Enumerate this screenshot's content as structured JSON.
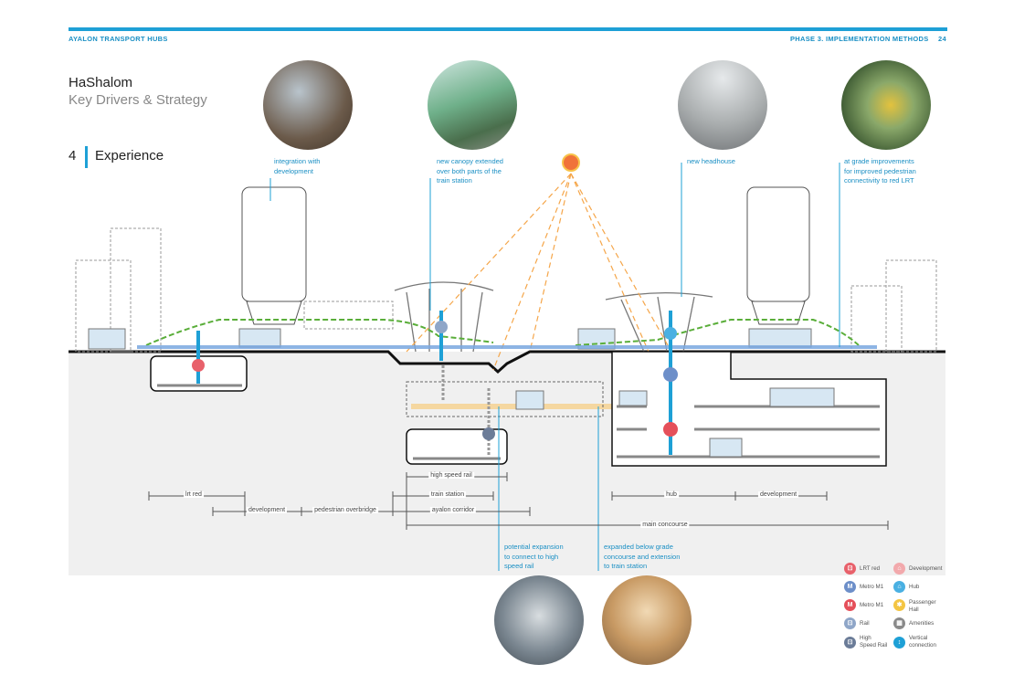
{
  "header": {
    "left": "AYALON TRANSPORT HUBS",
    "right": "PHASE 3. IMPLEMENTATION METHODS",
    "page": "24"
  },
  "title": {
    "line1": "HaShalom",
    "line2": "Key Drivers & Strategy"
  },
  "section": {
    "number": "4",
    "name": "Experience"
  },
  "notes": {
    "integration": "integration with\ndevelopment",
    "canopy": "new canopy extended\nover both parts of the\ntrain station",
    "headhouse": "new headhouse",
    "atgrade": "at grade improvements\nfor improved pedestrian\nconnectivity to red LRT",
    "expansion": "potential expansion\nto connect to high\nspeed rail",
    "expanded": "expanded below grade\nconcourse and extension\nto train station"
  },
  "dimensions": {
    "lrt_red": "lrt red",
    "development_left": "development",
    "pedestrian_overbridge": "pedestrian overbridge",
    "high_speed_rail": "high speed rail",
    "train_station": "train station",
    "ayalon_corridor": "ayalon corridor",
    "hub": "hub",
    "development_right": "development",
    "main_concourse": "main concourse"
  },
  "legend": [
    {
      "icon": "lrt-icon",
      "glyph": "⊡",
      "color": "#e8616b",
      "label": "LRT red"
    },
    {
      "icon": "development-icon",
      "glyph": "⌂",
      "color": "#f2a9ac",
      "label": "Development"
    },
    {
      "icon": "metro-m1-icon",
      "glyph": "M",
      "color": "#6d8fc9",
      "label": "Metro M1"
    },
    {
      "icon": "hub-icon",
      "glyph": "⌂",
      "color": "#4ab0e2",
      "label": "Hub"
    },
    {
      "icon": "metro-m1-red-icon",
      "glyph": "M",
      "color": "#e5505a",
      "label": "Metro M1"
    },
    {
      "icon": "passenger-hall-icon",
      "glyph": "✱",
      "color": "#f4c542",
      "label": "Passenger\nHall"
    },
    {
      "icon": "rail-icon",
      "glyph": "⊡",
      "color": "#8fa6c8",
      "label": "Rail"
    },
    {
      "icon": "amenities-icon",
      "glyph": "▦",
      "color": "#8a8a8a",
      "label": "Amenities"
    },
    {
      "icon": "high-speed-rail-icon",
      "glyph": "⊡",
      "color": "#6b7c98",
      "label": "High\nSpeed Rail"
    },
    {
      "icon": "vertical-connection-icon",
      "glyph": "↕",
      "color": "#1ea0d6",
      "label": "Vertical\nconnection"
    }
  ],
  "colors": {
    "accent": "#1ea0d6",
    "sun": "#f0733a",
    "path_green": "#5aae3a",
    "path_blue": "#7aa8e0",
    "path_orange": "#f5c27a"
  }
}
